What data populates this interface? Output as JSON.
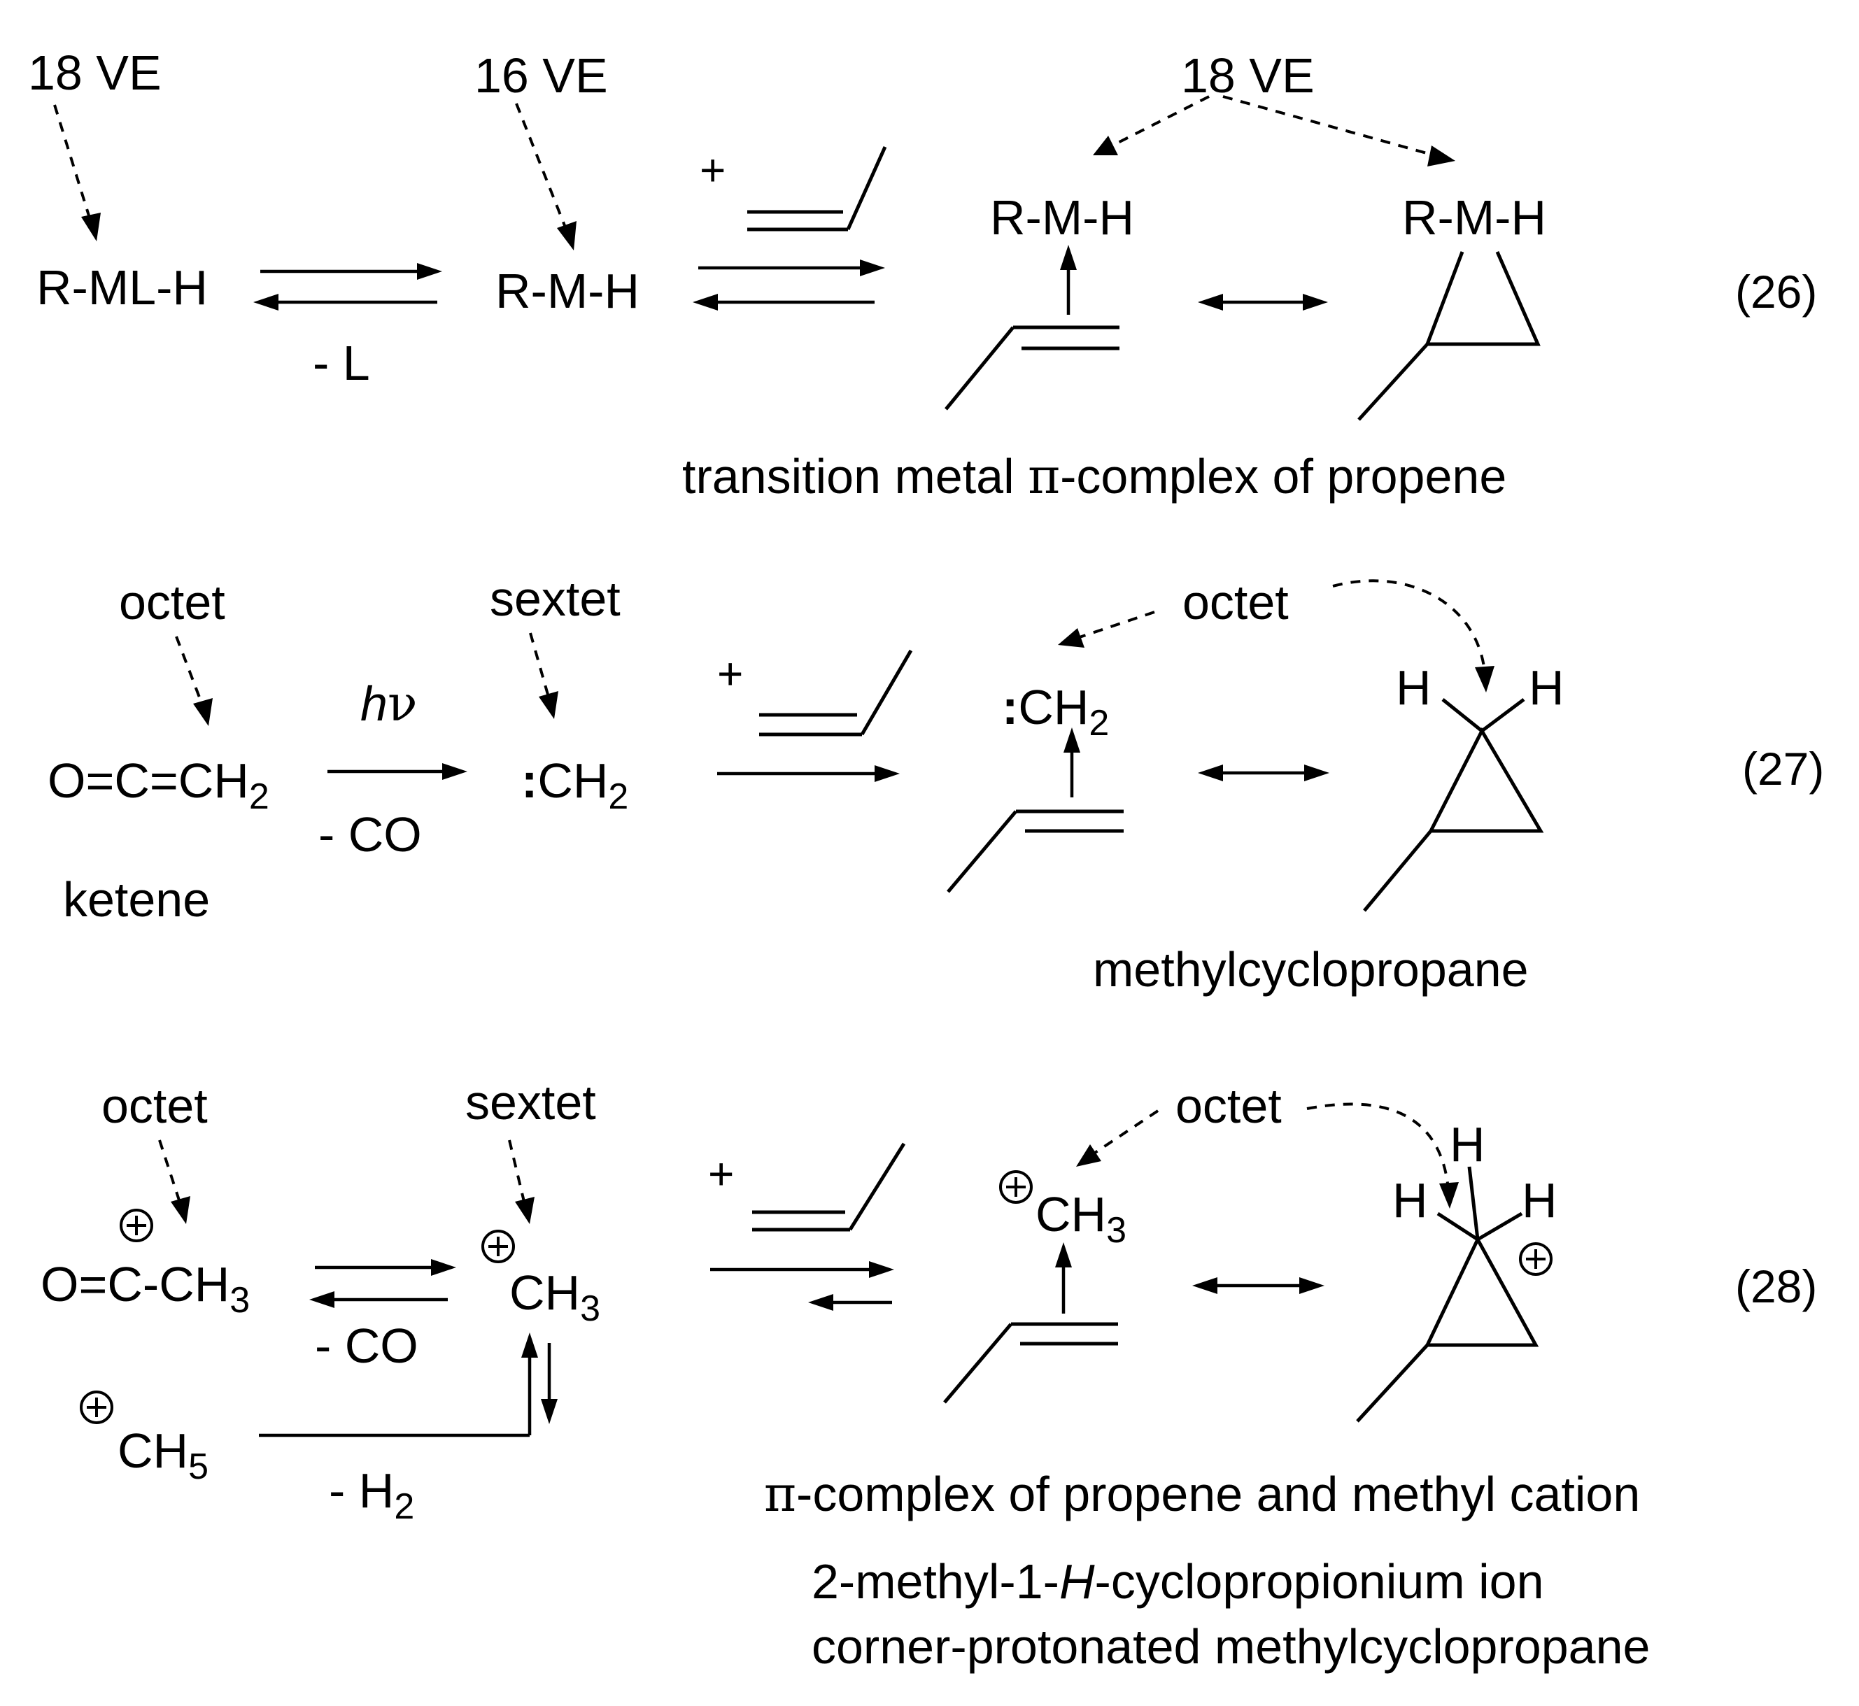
{
  "eq26": {
    "ve_left": "18 VE",
    "ve_mid": "16 VE",
    "ve_right": "18 VE",
    "reactant": "R-ML-H",
    "loss": "- L",
    "intermediate": "R-M-H",
    "plus": "+",
    "complex_label": "R-M-H",
    "ring_label": "R-M-H",
    "caption_pi": "π",
    "caption_rest": "-complex of propene",
    "caption_pre": "transition metal ",
    "number": "(26)"
  },
  "eq27": {
    "octet_left": "octet",
    "reactant_main": "O=C=CH",
    "reactant_sub": "2",
    "reactant_name": "ketene",
    "light_h": "h",
    "light_nu": "ν",
    "loss": "- CO",
    "sextet": "sextet",
    "carbene_colon": ":",
    "carbene_main": "CH",
    "carbene_sub": "2",
    "plus": "+",
    "octet_right": "octet",
    "complex_colon": ":",
    "complex_main": "CH",
    "complex_sub": "2",
    "h_left": "H",
    "h_right": "H",
    "product_name": "methylcyclopropane",
    "number": "(27)"
  },
  "eq28": {
    "octet_left": "octet",
    "acylium_main": "O=C-CH",
    "acylium_sub": "3",
    "loss_co": "- CO",
    "sextet": "sextet",
    "cation_main": "CH",
    "cation_sub": "3",
    "methonium_main": "CH",
    "methonium_sub": "5",
    "loss_h2_main": "- H",
    "loss_h2_sub": "2",
    "plus": "+",
    "octet_right": "octet",
    "complex_main": "CH",
    "complex_sub": "3",
    "h_top": "H",
    "h_left": "H",
    "h_right": "H",
    "caption_pi": "π",
    "caption_rest": "-complex of propene and methyl cation",
    "ion_name_pre": "2-methyl-1-",
    "ion_name_italic": "H",
    "ion_name_post": "-cyclopropionium ion",
    "ion_name_line2": "corner-protonated methylcyclopropane",
    "number": "(28)"
  }
}
